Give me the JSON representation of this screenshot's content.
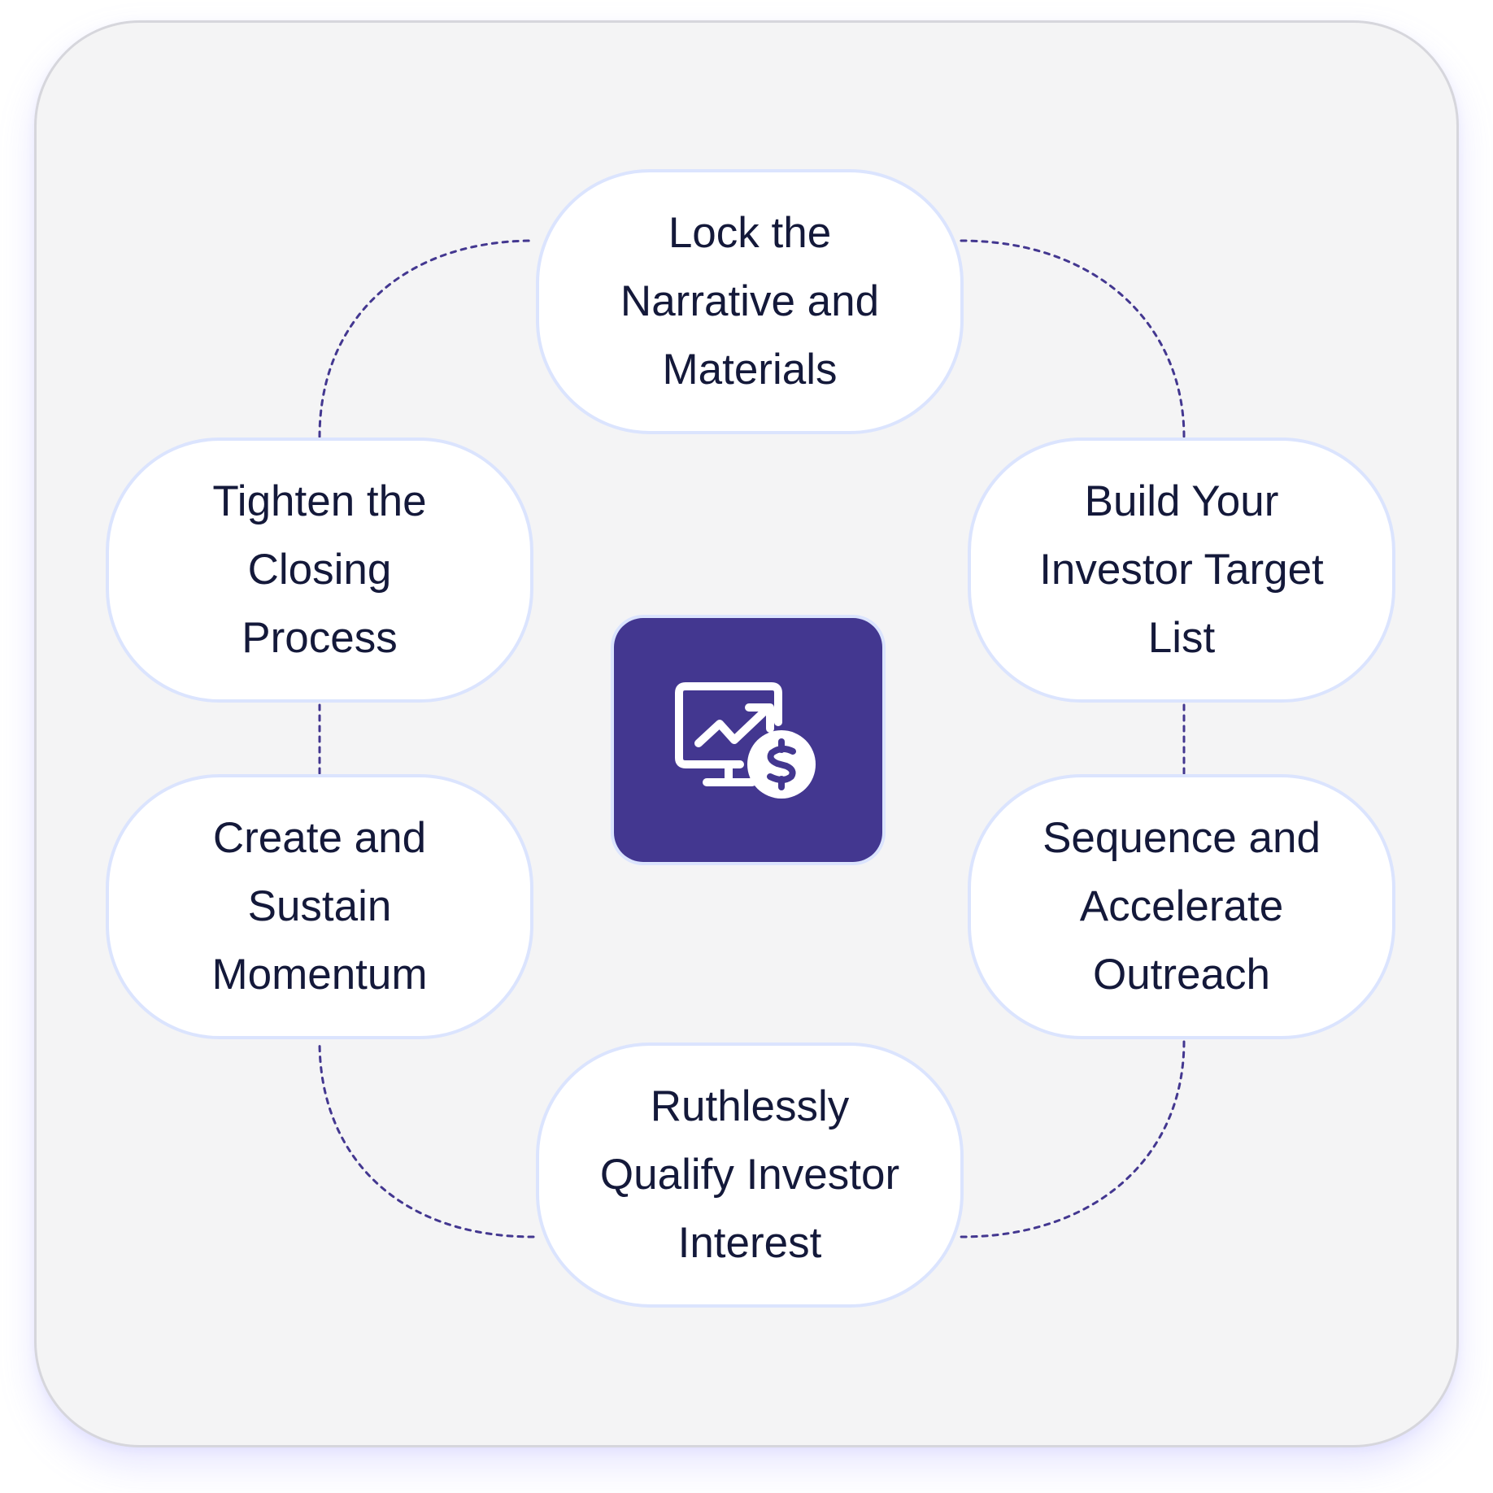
{
  "steps": [
    {
      "label": "Lock the\nNarrative and\nMaterials"
    },
    {
      "label": "Build Your\nInvestor Target\nList"
    },
    {
      "label": "Sequence and\nAccelerate\nOutreach"
    },
    {
      "label": "Ruthlessly\nQualify Investor\nInterest"
    },
    {
      "label": "Create and\nSustain\nMomentum"
    },
    {
      "label": "Tighten the\nClosing\nProcess"
    }
  ],
  "center": {
    "icon": "monitor-growth-dollar-icon"
  },
  "colors": {
    "accent": "#433790",
    "text": "#14193a",
    "node_border": "#dbe4fe",
    "card_bg": "#f4f4f5",
    "connector": "#433790"
  }
}
